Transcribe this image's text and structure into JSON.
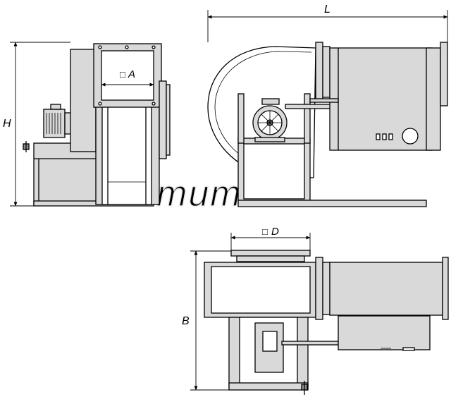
{
  "dimensions": {
    "L": "L",
    "H": "H",
    "A": "A",
    "D": "D",
    "B": "B",
    "square_symbol": "□"
  },
  "watermark": "титан",
  "colors": {
    "body_fill": "#d9d9d9",
    "dark_fill": "#8c8c8c",
    "line": "#000000",
    "watermark": "#e6e6e6"
  }
}
